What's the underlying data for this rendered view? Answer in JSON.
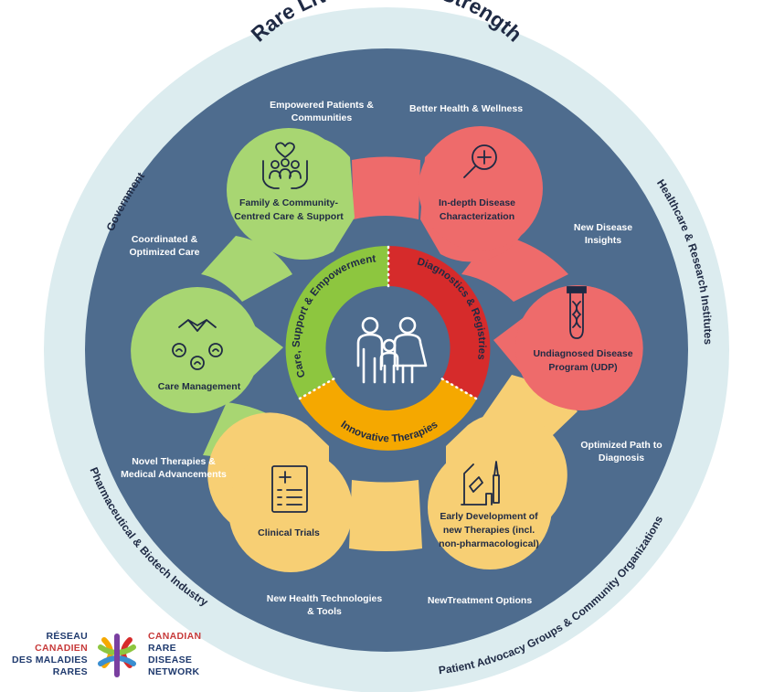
{
  "title": "Rare Lives, Shared Strength",
  "stakeholders": [
    "Government",
    "Healthcare & Research Institutes",
    "Patient Advocacy Groups & Community Organizations",
    "Pharmaceutical & Biotech Industry"
  ],
  "pillars": [
    {
      "label": "Care, Support & Empowerment",
      "color": "#8dc63f"
    },
    {
      "label": "Diagnostics & Registries",
      "color": "#d62b2b"
    },
    {
      "label": "Innovative Therapies",
      "color": "#f5a800"
    }
  ],
  "petals": [
    {
      "lines": [
        "Family & Community-",
        "Centred Care & Support"
      ],
      "icon": "family-care-icon",
      "color": "#a8d672"
    },
    {
      "lines": [
        "In-depth Disease",
        "Characterization"
      ],
      "icon": "magnifier-cross-icon",
      "color": "#ee6b6b"
    },
    {
      "lines": [
        "Undiagnosed Disease",
        "Program (UDP)"
      ],
      "icon": "test-tube-dna-icon",
      "color": "#ee6b6b"
    },
    {
      "lines": [
        "Early Development of",
        "new Therapies (incl.",
        "non-pharmacological)"
      ],
      "icon": "microscope-vials-icon",
      "color": "#f7cf74"
    },
    {
      "lines": [
        "Clinical Trials"
      ],
      "icon": "clipboard-medical-icon",
      "color": "#f7cf74"
    },
    {
      "lines": [
        "Care Management"
      ],
      "icon": "handshake-people-icon",
      "color": "#a8d672"
    }
  ],
  "outcomes": [
    [
      "Empowered Patients &",
      "Communities"
    ],
    [
      "Better Health & Wellness"
    ],
    [
      "New Disease",
      "Insights"
    ],
    [
      "Optimized Path to",
      "Diagnosis"
    ],
    [
      "NewTreatment Options"
    ],
    [
      "New Health Technologies",
      "& Tools"
    ],
    [
      "Novel Therapies &",
      "Medical Advancements"
    ],
    [
      "Coordinated &",
      "Optimized Care"
    ]
  ],
  "logo": {
    "fr_lines": [
      "RÉSEAU",
      "CANADIEN",
      "DES MALADIES",
      "RARES"
    ],
    "en_lines": [
      "CANADIAN",
      "RARE",
      "DISEASE",
      "NETWORK"
    ]
  },
  "colors": {
    "ring": "#dcecef",
    "disc": "#4e6c8e",
    "green": "#a8d672",
    "red": "#ee6b6b",
    "yellow": "#f7cf74",
    "text_dark": "#1f2a44"
  }
}
